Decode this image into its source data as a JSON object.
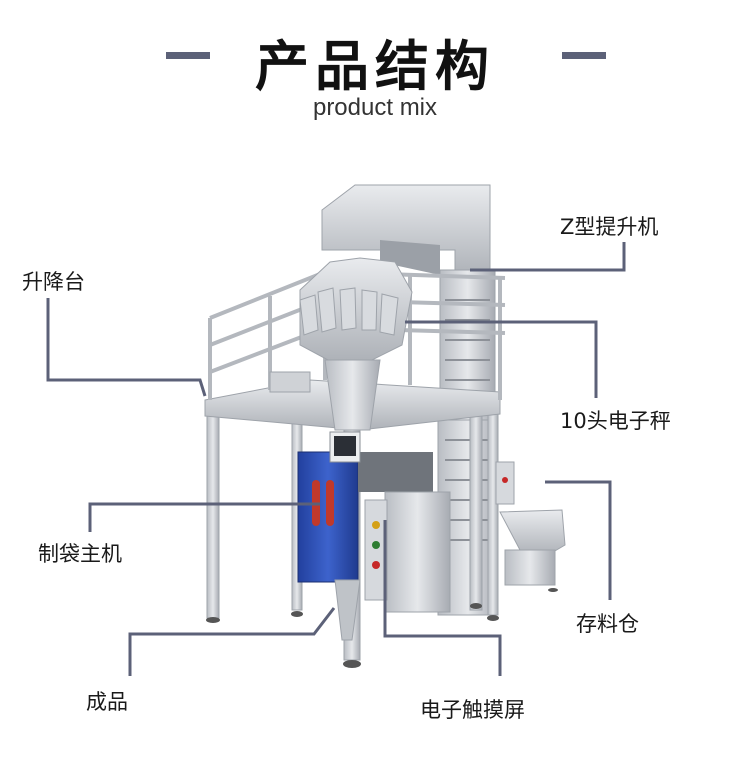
{
  "header": {
    "title": "产品结构",
    "subtitle": "product mix"
  },
  "colors": {
    "accent_line": "#5c6178",
    "steel": "#c9ccd1",
    "steel_dark": "#8e939a",
    "panel_blue": "#2f4fb0"
  },
  "labels": {
    "elevator": "Z型提升机",
    "lift_platform": "升降台",
    "weigher": "10头电子秤",
    "bag_machine": "制袋主机",
    "hopper": "存料仓",
    "product": "成品",
    "touchscreen": "电子触摸屏"
  }
}
